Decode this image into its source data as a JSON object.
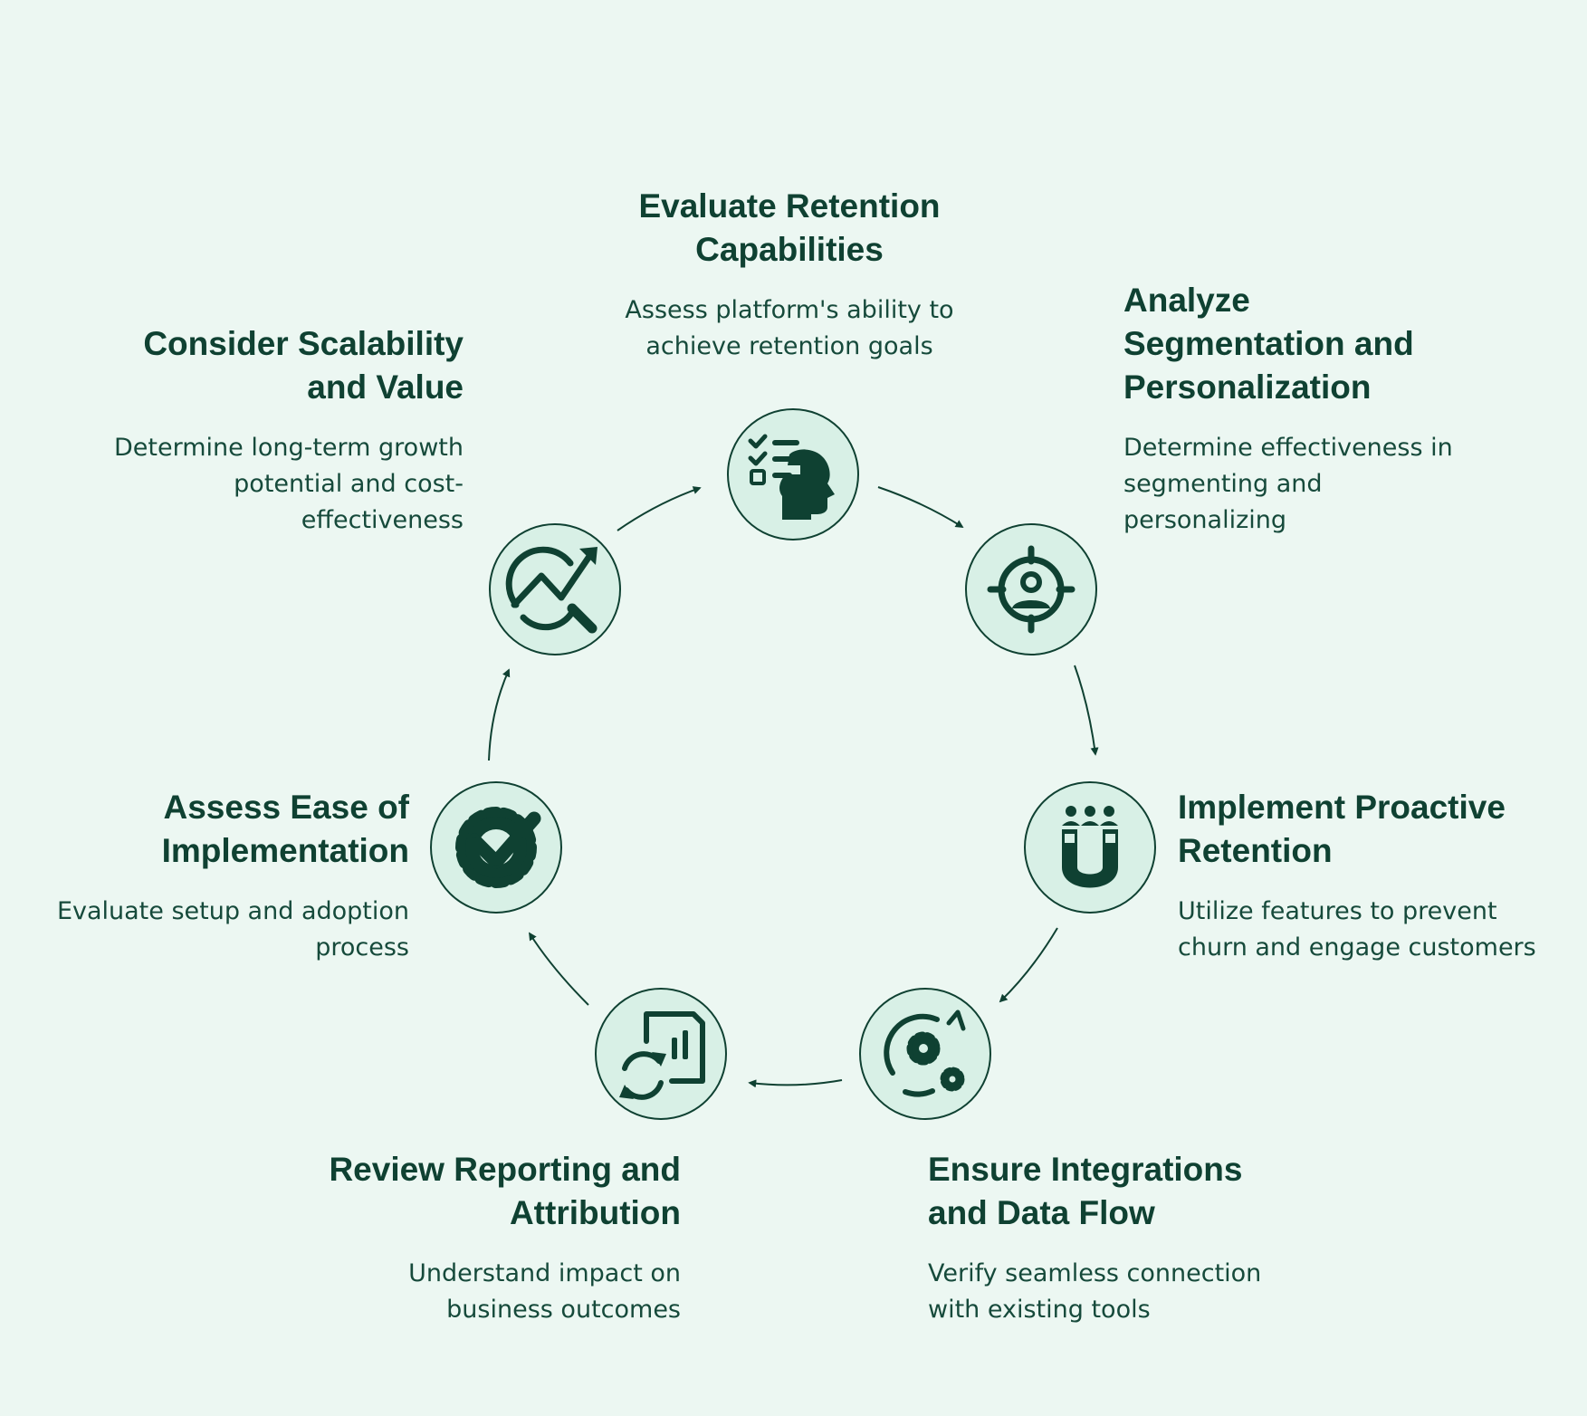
{
  "colors": {
    "background": "#ecf7f2",
    "node_fill": "#d8f0e6",
    "ink": "#0f4132"
  },
  "steps": [
    {
      "title_lines": [
        "Evaluate Retention",
        "Capabilities"
      ],
      "desc_lines": [
        "Assess platform's ability to",
        "achieve retention goals"
      ],
      "icon": "checklist-head-icon"
    },
    {
      "title_lines": [
        "Analyze",
        "Segmentation and",
        "Personalization"
      ],
      "desc_lines": [
        "Determine effectiveness in",
        "segmenting and",
        "personalizing"
      ],
      "icon": "target-user-icon"
    },
    {
      "title_lines": [
        "Implement Proactive",
        "Retention"
      ],
      "desc_lines": [
        "Utilize features to prevent",
        "churn and engage customers"
      ],
      "icon": "magnet-users-icon"
    },
    {
      "title_lines": [
        "Ensure Integrations",
        "and Data Flow"
      ],
      "desc_lines": [
        "Verify seamless connection",
        "with existing tools"
      ],
      "icon": "gears-cycle-icon"
    },
    {
      "title_lines": [
        "Review Reporting and",
        "Attribution"
      ],
      "desc_lines": [
        "Understand impact on",
        "business outcomes"
      ],
      "icon": "report-refresh-icon"
    },
    {
      "title_lines": [
        "Assess Ease of",
        "Implementation"
      ],
      "desc_lines": [
        "Evaluate setup and adoption",
        "process"
      ],
      "icon": "gear-check-icon"
    },
    {
      "title_lines": [
        "Consider Scalability",
        "and Value"
      ],
      "desc_lines": [
        "Determine long-term growth",
        "potential and cost-",
        "effectiveness"
      ],
      "icon": "trend-search-icon"
    }
  ]
}
